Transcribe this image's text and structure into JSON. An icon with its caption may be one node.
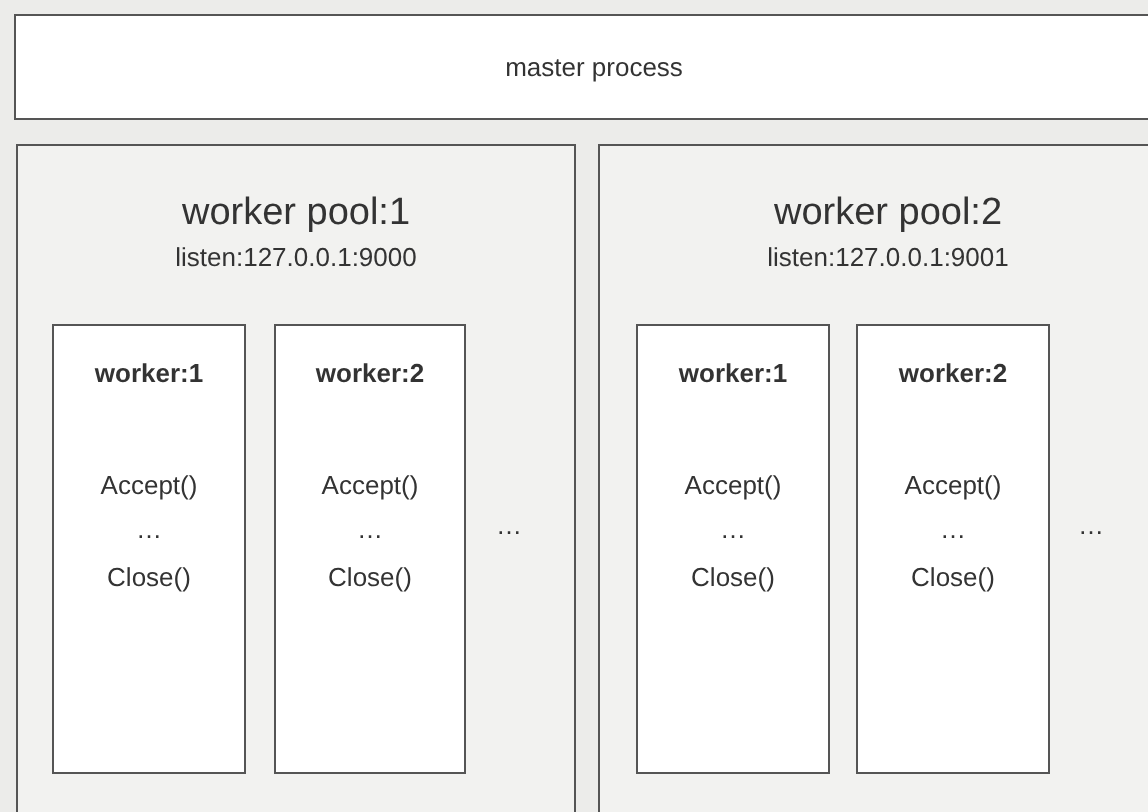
{
  "diagram": {
    "nodes": [
      {
        "text": [
          "master process"
        ]
      },
      {
        "text": [
          "worker pool:1",
          "listen:127.0.0.1:9000",
          "…"
        ]
      },
      {
        "text": [
          "worker:1",
          "Accept()",
          "…",
          "Close()"
        ],
        "in": 1
      },
      {
        "text": [
          "worker:2",
          "Accept()",
          "…",
          "Close()"
        ],
        "in": 1
      },
      {
        "text": [
          "worker pool:2",
          "listen:127.0.0.1:9001",
          "…"
        ]
      },
      {
        "text": [
          "worker:1",
          "Accept()",
          "…",
          "Close()"
        ],
        "in": 4
      },
      {
        "text": [
          "worker:2",
          "Accept()",
          "…",
          "Close()"
        ],
        "in": 4
      }
    ],
    "edges": []
  }
}
